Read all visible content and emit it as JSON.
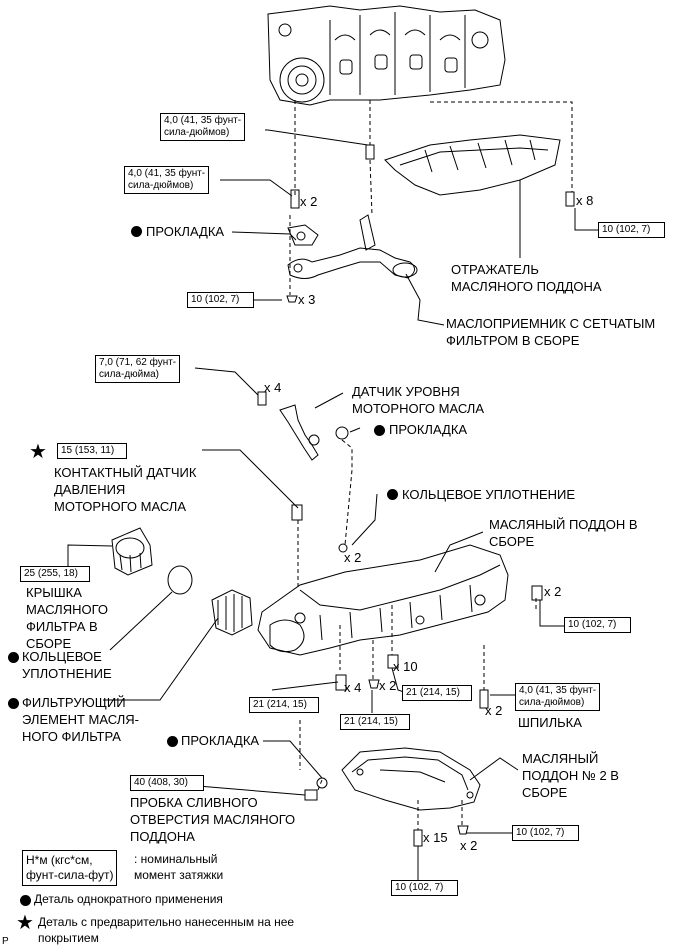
{
  "torque_boxes": {
    "top_stud": [
      "4,0 (41, 35 фунт-",
      "сила-дюймов)"
    ],
    "upper_stud": [
      "4,0 (41, 35 фунт-",
      "сила-дюймов)"
    ],
    "strainer_bolt": "10 (102, 7)",
    "baffle_bolt": "10 (102, 7)",
    "sensor_bolt": [
      "7,0 (71, 62 фунт-",
      "сила-дюйма)"
    ],
    "pressure_switch": "15 (153, 11)",
    "filter_cap": "25 (255, 18)",
    "pan_right_bolt": "10 (102, 7)",
    "pan_lower_bolt": "21 (214, 15)",
    "pan_center_bolt": "21 (214, 15)",
    "pan_stud_bolt": "21 (214, 15)",
    "right_stud": [
      "4,0 (41, 35 фунт-",
      "сила-дюймов)"
    ],
    "drain_plug": "40 (408, 30)",
    "pan2_right": "10 (102, 7)",
    "pan2_bottom": "10 (102, 7)"
  },
  "multipliers": {
    "x2_upper": "x 2",
    "x3": "x 3",
    "x8": "x 8",
    "x4_sensor": "x 4",
    "x2_oring": "x 2",
    "x2_right": "x 2",
    "x10": "x 10",
    "x4_pan": "x 4",
    "x2_pan_center": "x 2",
    "x2_stud": "x 2",
    "x15": "x 15",
    "x2_pan2": "x 2"
  },
  "labels": {
    "gasket_1": "ПРОКЛАДКА",
    "baffle": [
      "ОТРАЖАТЕЛЬ",
      "МАСЛЯНОГО ПОДДОНА"
    ],
    "strainer": [
      "МАСЛОПРИЕМНИК С СЕТЧАТЫМ",
      "ФИЛЬТРОМ В СБОРЕ"
    ],
    "level_sensor": [
      "ДАТЧИК УРОВНЯ",
      "МОТОРНОГО МАСЛА"
    ],
    "gasket_2": "ПРОКЛАДКА",
    "pressure_switch": [
      "КОНТАКТНЫЙ ДАТЧИК",
      "ДАВЛЕНИЯ",
      "МОТОРНОГО МАСЛА"
    ],
    "o_ring_1": "КОЛЬЦЕВОЕ УПЛОТНЕНИЕ",
    "oil_pan": [
      "МАСЛЯНЫЙ ПОДДОН В",
      "СБОРЕ"
    ],
    "filter_cap": [
      "КРЫШКА",
      "МАСЛЯНОГО",
      "ФИЛЬТРА В",
      "СБОРЕ"
    ],
    "o_ring_2": [
      "КОЛЬЦЕВОЕ",
      "УПЛОТНЕНИЕ"
    ],
    "filter_element": [
      "ФИЛЬТРУЮЩИЙ",
      "ЭЛЕМЕНТ МАСЛЯ-",
      "НОГО ФИЛЬТРА"
    ],
    "stud": "ШПИЛЬКА",
    "gasket_3": "ПРОКЛАДКА",
    "oil_pan_2": [
      "МАСЛЯНЫЙ",
      "ПОДДОН № 2 В",
      "СБОРЕ"
    ],
    "drain_plug": [
      "ПРОБКА СЛИВНОГО",
      "ОТВЕРСТИЯ МАСЛЯНОГО",
      "ПОДДОНА"
    ]
  },
  "legend": {
    "unit_box": [
      "Н*м (кгс*см,",
      "фунт-сила-фут)"
    ],
    "unit_desc": [
      ": номинальный",
      "момент затяжки"
    ],
    "non_reusable": "Деталь однократного применения",
    "precoated": [
      "Деталь с предварительно нанесенным на нее",
      "покрытием"
    ],
    "corner_mark": "P"
  }
}
